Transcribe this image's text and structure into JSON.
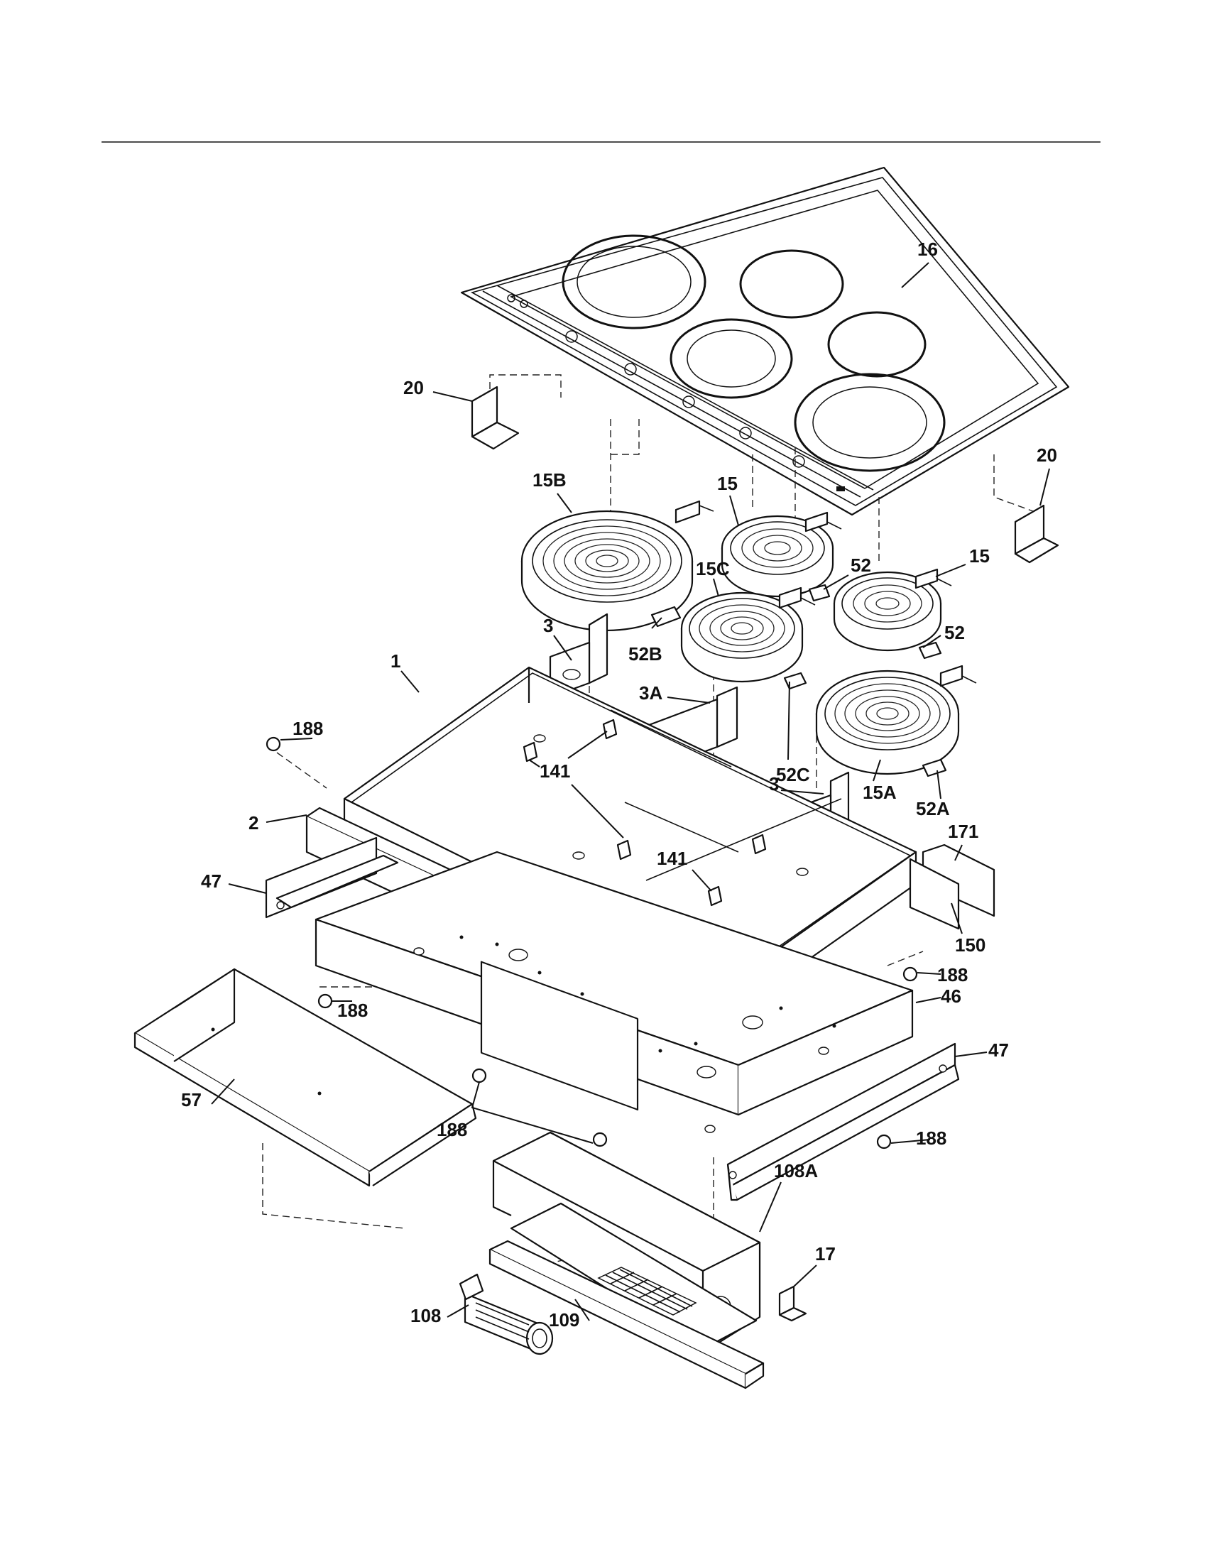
{
  "diagram": {
    "callouts": [
      {
        "id": "c16",
        "label": "16"
      },
      {
        "id": "c20a",
        "label": "20"
      },
      {
        "id": "c20b",
        "label": "20"
      },
      {
        "id": "c15b",
        "label": "15B"
      },
      {
        "id": "c15a1",
        "label": "15"
      },
      {
        "id": "c15c",
        "label": "15C"
      },
      {
        "id": "c52a1",
        "label": "52"
      },
      {
        "id": "c15a2",
        "label": "15"
      },
      {
        "id": "c52a2",
        "label": "52"
      },
      {
        "id": "c3a",
        "label": "3"
      },
      {
        "id": "c52b",
        "label": "52B"
      },
      {
        "id": "c1",
        "label": "1"
      },
      {
        "id": "c3A",
        "label": "3A"
      },
      {
        "id": "c52c",
        "label": "52C"
      },
      {
        "id": "c188a",
        "label": "188"
      },
      {
        "id": "c3b",
        "label": "3"
      },
      {
        "id": "c15A",
        "label": "15A"
      },
      {
        "id": "c52A",
        "label": "52A"
      },
      {
        "id": "c2",
        "label": "2"
      },
      {
        "id": "c141a",
        "label": "141"
      },
      {
        "id": "c171",
        "label": "171"
      },
      {
        "id": "c47a",
        "label": "47"
      },
      {
        "id": "c141b",
        "label": "141"
      },
      {
        "id": "c150",
        "label": "150"
      },
      {
        "id": "c188b",
        "label": "188"
      },
      {
        "id": "c188c",
        "label": "188"
      },
      {
        "id": "c46",
        "label": "46"
      },
      {
        "id": "c47b",
        "label": "47"
      },
      {
        "id": "c57",
        "label": "57"
      },
      {
        "id": "c188d",
        "label": "188"
      },
      {
        "id": "c188e",
        "label": "188"
      },
      {
        "id": "c108A",
        "label": "108A"
      },
      {
        "id": "c17",
        "label": "17"
      },
      {
        "id": "c108",
        "label": "108"
      },
      {
        "id": "c109",
        "label": "109"
      }
    ]
  }
}
